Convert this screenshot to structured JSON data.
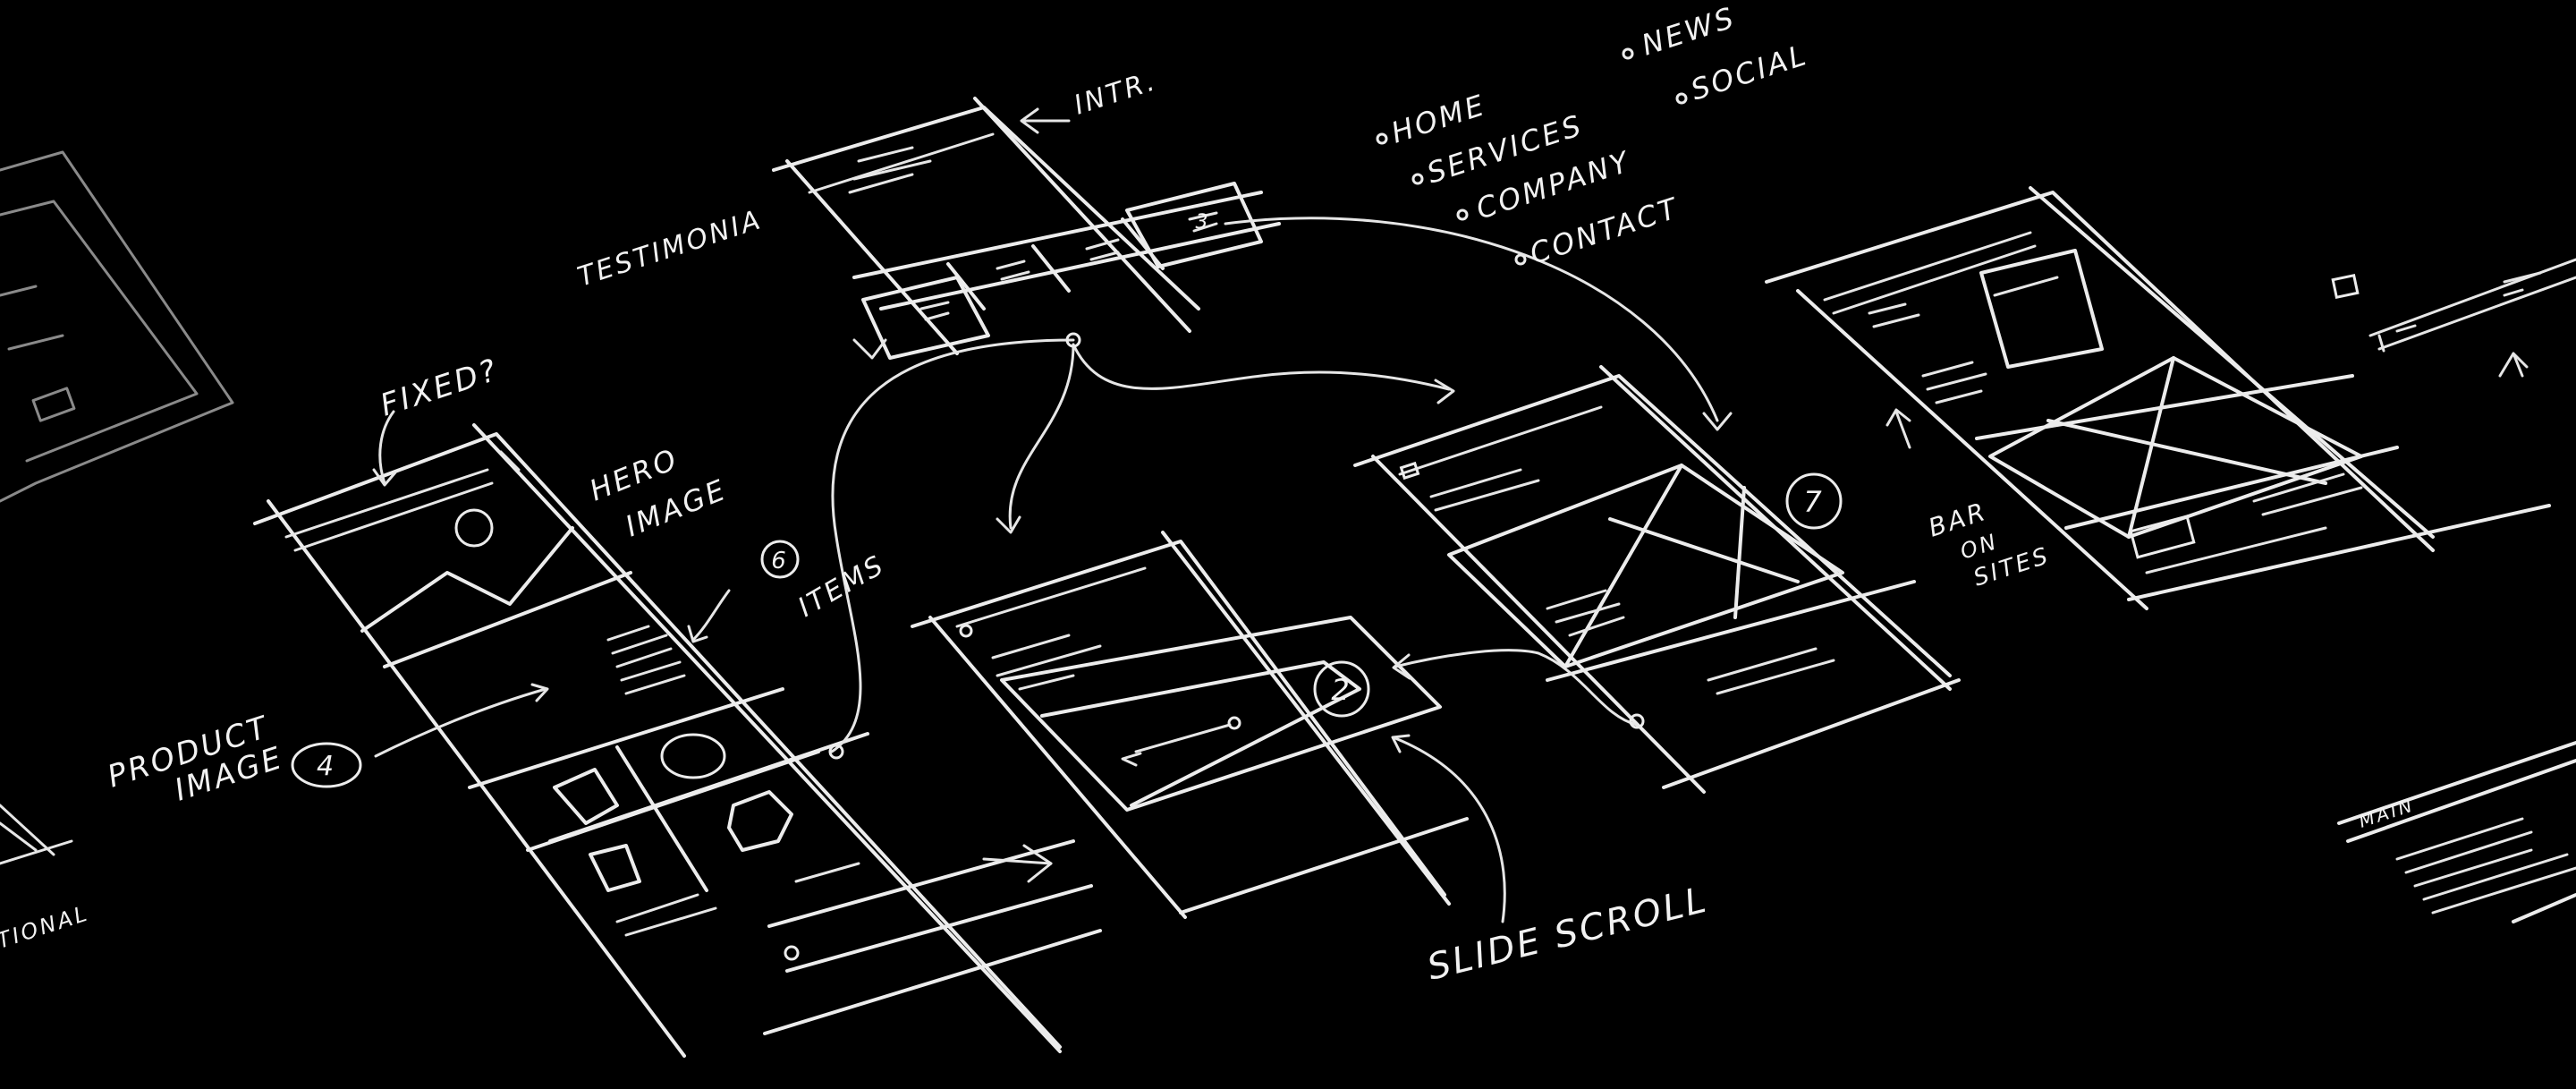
{
  "labels": {
    "intro": "INTR.",
    "testimonials": "TESTIMONIA",
    "fixed": "FIXED?",
    "hero_image_1": "HERO",
    "hero_image_2": "IMAGE",
    "product_image_1": "PRODUCT",
    "product_image_2": "IMAGE",
    "items": "ITEMS",
    "slide_scroll": "SLIDE SCROLL",
    "bar_on_1": "BAR",
    "bar_on_2": "ON",
    "bar_on_3": "SITES",
    "main": "MAIN",
    "edge_left": "TIONAL"
  },
  "nav_list": [
    "HOME",
    "SERVICES",
    "COMPANY",
    "CONTACT",
    "NEWS",
    "SOCIAL"
  ],
  "badges": {
    "num_6": "6",
    "num_4": "4",
    "num_2": "2",
    "num_7": "7",
    "num_3": "3"
  },
  "colors": {
    "background": "#000000",
    "chalk": "#ececec"
  }
}
